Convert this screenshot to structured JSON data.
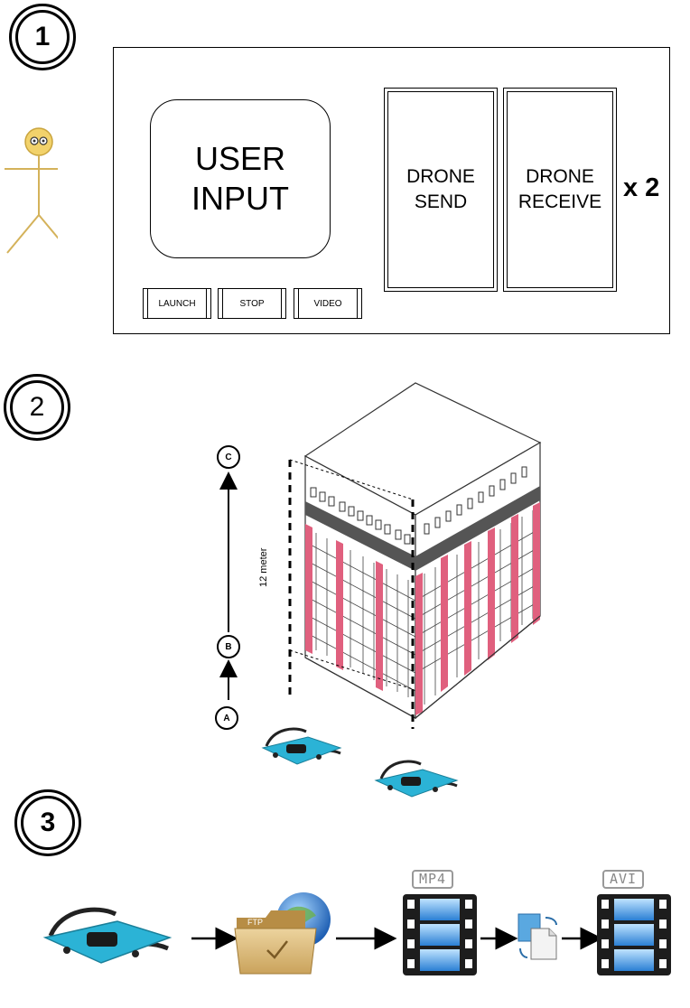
{
  "steps": {
    "step1": "1",
    "step2": "2",
    "step3": "3"
  },
  "panel": {
    "user_input_line1": "USER",
    "user_input_line2": "INPUT",
    "drone_send": "DRONE\nSEND",
    "drone_receive": "DRONE\nRECEIVE",
    "multiplier": "x 2",
    "buttons": [
      "LAUNCH",
      "STOP",
      "VIDEO"
    ]
  },
  "flight": {
    "nodes": [
      "A",
      "B",
      "C"
    ],
    "height_label": "12 meter"
  },
  "pipeline": {
    "ftp_label": "FTP",
    "mp4_label": "MP4",
    "avi_label": "AVI"
  },
  "colors": {
    "drone_blue": "#2bb3d6",
    "column_pink": "#e0607e",
    "folder_tan": "#d9b97a",
    "actor_yellow": "#f2d26b"
  }
}
